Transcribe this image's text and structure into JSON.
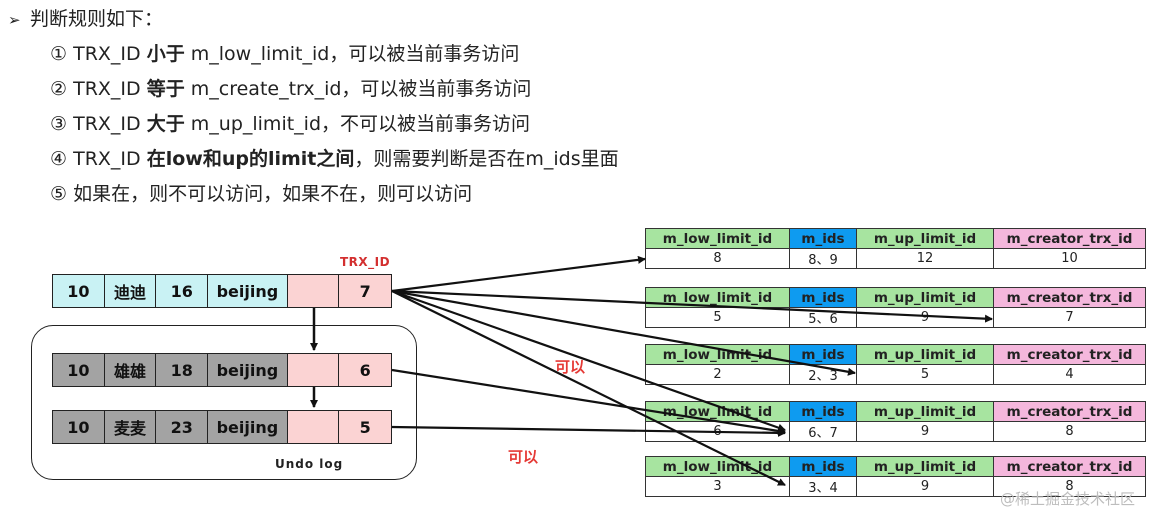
{
  "heading": "判断规则如下：",
  "rules": [
    {
      "num": "①",
      "id": "TRX_ID",
      "op": "小于",
      "rest": "m_low_limit_id，可以被当前事务访问"
    },
    {
      "num": "②",
      "id": "TRX_ID",
      "op": "等于",
      "rest": "m_create_trx_id，可以被当前事务访问"
    },
    {
      "num": "③",
      "id": "TRX_ID",
      "op": "大于",
      "rest": "m_up_limit_id，不可以被当前事务访问"
    },
    {
      "num": "④",
      "id": "TRX_ID",
      "op": "在low和up的limit之间",
      "rest": "，则需要判断是否在m_ids里面"
    },
    {
      "num": "⑤",
      "id": "",
      "op": "",
      "rest": "如果在，则不可以访问，如果不在，则可以访问"
    }
  ],
  "trx_label": "TRX_ID",
  "records": [
    {
      "id": "10",
      "name": "迪迪",
      "age": "16",
      "city": "beijing",
      "trx": "7"
    },
    {
      "id": "10",
      "name": "雄雄",
      "age": "18",
      "city": "beijing",
      "trx": "6"
    },
    {
      "id": "10",
      "name": "麦麦",
      "age": "23",
      "city": "beijing",
      "trx": "5"
    }
  ],
  "undo_label": "Undo log",
  "annotations": [
    "可以",
    "可以"
  ],
  "read_view_headers": [
    "m_low_limit_id",
    "m_ids",
    "m_up_limit_id",
    "m_creator_trx_id"
  ],
  "read_views": [
    [
      "8",
      "8、9",
      "12",
      "10"
    ],
    [
      "5",
      "5、6",
      "9",
      "7"
    ],
    [
      "2",
      "2、3",
      "5",
      "4"
    ],
    [
      "6",
      "6、7",
      "9",
      "8"
    ],
    [
      "3",
      "3、4",
      "9",
      "8"
    ]
  ],
  "watermark": "@稀土掘金技术社区",
  "colors": {
    "record_current": "#c9f2f4",
    "record_undo": "#a3a3a3",
    "trx_cell": "#fbd3d3",
    "header_green": "#a7e4a0",
    "header_blue": "#0e9bf0",
    "header_pink": "#f4b7dc",
    "annotation_red": "#e53935"
  }
}
